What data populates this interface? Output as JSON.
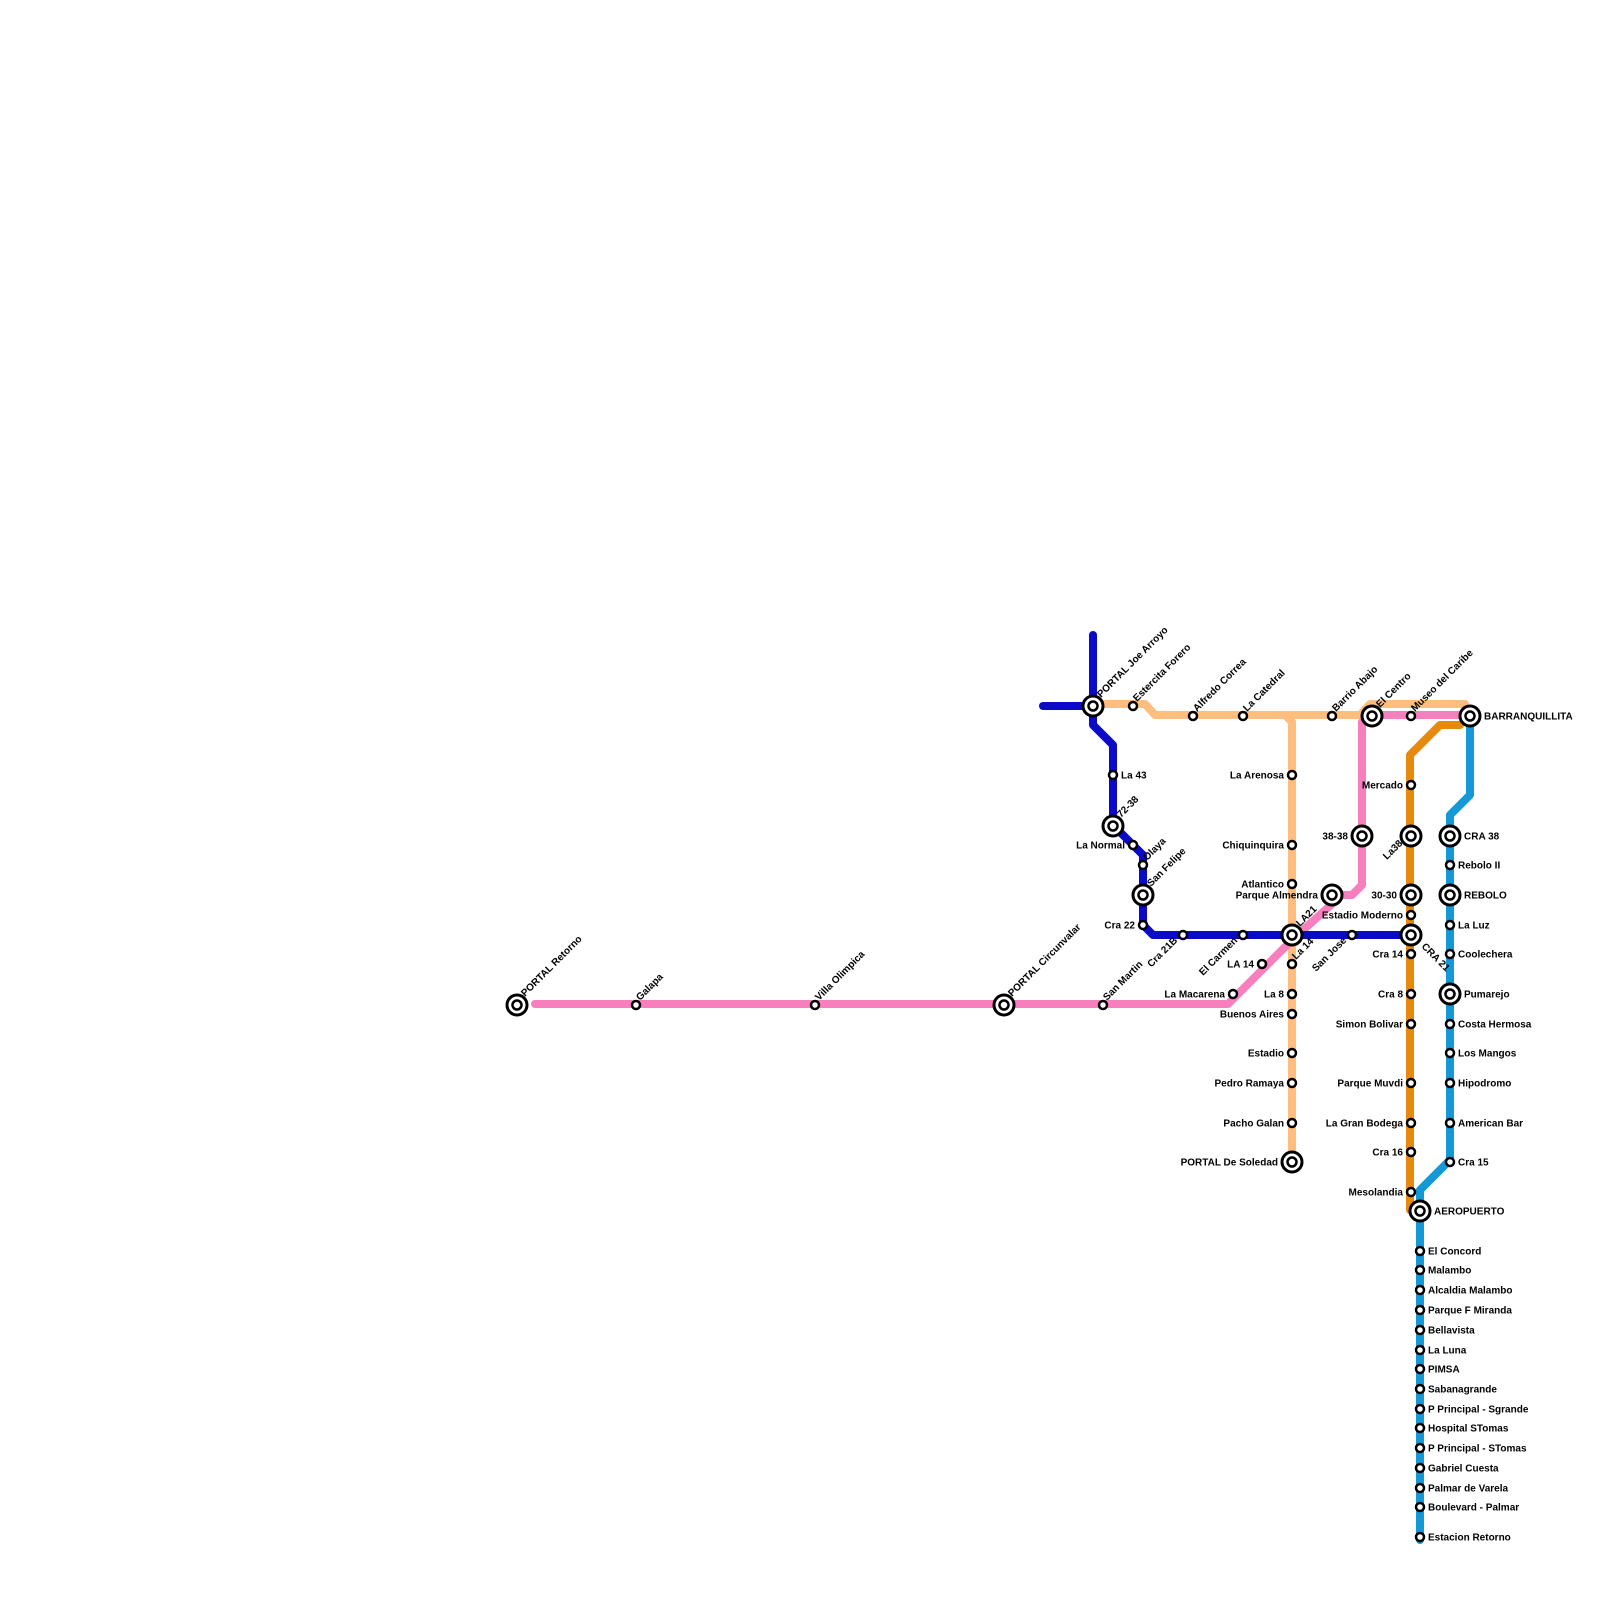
{
  "lines": [
    {
      "id": "blue",
      "color": "#0a0ac8"
    },
    {
      "id": "pink",
      "color": "#f77fbe"
    },
    {
      "id": "peach",
      "color": "#ffbe7d"
    },
    {
      "id": "orange",
      "color": "#e68a0e"
    },
    {
      "id": "lightblue",
      "color": "#1599d6"
    }
  ],
  "stations": {
    "portal_retorno": "PORTAL Retorno",
    "galapa": "Galapa",
    "villa_olimpica": "Villa Olimpica",
    "portal_circunvalar": "PORTAL Circunvalar",
    "san_martin": "San Martin",
    "la_macarena": "La Macarena",
    "el_carmen": "El Carmen",
    "la14_west": "LA 14",
    "la21": "LA21",
    "portal_joe_arroyo": "PORTAL Joe Arroyo",
    "estercita_forero": "Estercita Forero",
    "alfredo_correa": "Alfredo Correa",
    "la_catedral": "La Catedral",
    "barrio_abajo": "Barrio Abajo",
    "el_centro": "El Centro",
    "museo_del_caribe": "Museo del Caribe",
    "barranquillita": "BARRANQUILLITA",
    "la43": "La 43",
    "s72_38": "72-38",
    "la_normal": "La Normal",
    "olaya": "Olaya",
    "san_felipe": "San Felipe",
    "cra22": "Cra 22",
    "cra21b": "Cra 21B",
    "san_jose": "San Jose",
    "la_arenosa": "La Arenosa",
    "chiquinquira": "Chiquinquira",
    "atlantico": "Atlantico",
    "parque_almendra": "Parque Almendra",
    "estadio_moderno": "Estadio Moderno",
    "la14_south": "La 14",
    "la8": "La 8",
    "buenos_aires": "Buenos Aires",
    "estadio": "Estadio",
    "pedro_ramaya": "Pedro Ramaya",
    "pacho_galan": "Pacho Galan",
    "portal_de_soledad": "PORTAL De Soledad",
    "s38_38": "38-38",
    "mercado": "Mercado",
    "la38": "La38",
    "s30_30": "30-30",
    "cra14": "Cra 14",
    "cra21": "CRA 21",
    "cra8": "Cra 8",
    "simon_bolivar": "Simon Bolivar",
    "parque_muvdi": "Parque Muvdi",
    "la_gran_bodega": "La Gran Bodega",
    "cra16": "Cra 16",
    "mesolandia": "Mesolandia",
    "cra38": "CRA 38",
    "rebolo_ii": "Rebolo II",
    "rebolo": "REBOLO",
    "la_luz": "La Luz",
    "coolechera": "Coolechera",
    "pumarejo": "Pumarejo",
    "costa_hermosa": "Costa Hermosa",
    "los_mangos": "Los Mangos",
    "hipodromo": "Hipodromo",
    "american_bar": "American Bar",
    "cra15": "Cra 15",
    "aeropuerto": "AEROPUERTO",
    "el_concord": "El Concord",
    "malambo": "Malambo",
    "alcaldia_malambo": "Alcaldia Malambo",
    "parque_f_miranda": "Parque F Miranda",
    "bellavista": "Bellavista",
    "la_luna": "La Luna",
    "pimsa": "PIMSA",
    "sabanagrande": "Sabanagrande",
    "p_principal_sgrande": "P Principal - Sgrande",
    "hospital_stomas": "Hospital STomas",
    "p_principal_stomas": "P Principal - STomas",
    "gabriel_cuesta": "Gabriel Cuesta",
    "palmar_de_varela": "Palmar de Varela",
    "boulevard_palmar": "Boulevard - Palmar",
    "estacion_retorno": "Estacion Retorno"
  }
}
